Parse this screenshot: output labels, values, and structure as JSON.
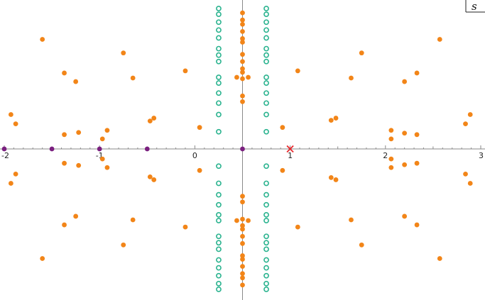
{
  "chart_data": {
    "type": "scatter",
    "title": "",
    "corner_label": "s",
    "xlabel": "",
    "ylabel": "",
    "xlim": [
      -2,
      3
    ],
    "ylim": [
      -1,
      1
    ],
    "x_ticks": [
      "-2",
      "-1",
      "0",
      "1",
      "2",
      "3"
    ],
    "grid": false,
    "colors": {
      "orange": "#f28518",
      "teal": "#2bb38f",
      "purple": "#7a1f7f",
      "red": "#e8282d",
      "axis": "#8a8a8a"
    },
    "series": [
      {
        "marker": "filled-circle-orange",
        "points": [
          [
            -1.6,
            0.765
          ],
          [
            -0.75,
            0.67
          ],
          [
            -1.37,
            0.53
          ],
          [
            -1.25,
            0.47
          ],
          [
            -0.65,
            0.495
          ],
          [
            -0.1,
            0.545
          ],
          [
            -1.93,
            0.24
          ],
          [
            -1.88,
            0.175
          ],
          [
            -1.37,
            0.1
          ],
          [
            -1.22,
            0.115
          ],
          [
            -0.92,
            -0.13
          ],
          [
            -0.97,
            -0.07
          ],
          [
            -0.47,
            -0.195
          ],
          [
            -0.43,
            -0.215
          ],
          [
            0.05,
            0.15
          ],
          [
            0.92,
            0.15
          ],
          [
            1.08,
            0.545
          ],
          [
            1.64,
            0.495
          ],
          [
            1.75,
            0.67
          ],
          [
            2.57,
            0.765
          ],
          [
            2.2,
            0.47
          ],
          [
            2.33,
            0.53
          ],
          [
            2.2,
            0.11
          ],
          [
            2.33,
            0.1
          ],
          [
            2.84,
            0.175
          ],
          [
            2.89,
            0.24
          ],
          [
            2.06,
            -0.07
          ],
          [
            2.06,
            -0.13
          ],
          [
            1.43,
            -0.2
          ],
          [
            1.48,
            -0.215
          ],
          [
            -1.6,
            -0.765
          ],
          [
            -0.75,
            -0.67
          ],
          [
            -1.37,
            -0.53
          ],
          [
            -1.25,
            -0.47
          ],
          [
            -0.65,
            -0.495
          ],
          [
            -0.1,
            -0.545
          ],
          [
            -1.93,
            -0.24
          ],
          [
            -1.88,
            -0.175
          ],
          [
            -1.37,
            -0.1
          ],
          [
            -1.22,
            -0.115
          ],
          [
            -0.92,
            0.13
          ],
          [
            -0.97,
            0.07
          ],
          [
            -0.47,
            0.195
          ],
          [
            -0.43,
            0.215
          ],
          [
            0.05,
            -0.15
          ],
          [
            0.92,
            -0.15
          ],
          [
            1.08,
            -0.545
          ],
          [
            1.64,
            -0.495
          ],
          [
            1.75,
            -0.67
          ],
          [
            2.57,
            -0.765
          ],
          [
            2.2,
            -0.47
          ],
          [
            2.33,
            -0.53
          ],
          [
            2.2,
            -0.11
          ],
          [
            2.33,
            -0.1
          ],
          [
            2.84,
            -0.175
          ],
          [
            2.89,
            -0.24
          ],
          [
            2.06,
            0.07
          ],
          [
            2.06,
            0.13
          ],
          [
            1.43,
            0.2
          ],
          [
            1.48,
            0.215
          ],
          [
            0.5,
            0.95
          ],
          [
            0.5,
            0.9
          ],
          [
            0.5,
            0.87
          ],
          [
            0.5,
            0.82
          ],
          [
            0.5,
            0.77
          ],
          [
            0.5,
            0.745
          ],
          [
            0.5,
            0.66
          ],
          [
            0.5,
            0.61
          ],
          [
            0.5,
            0.535
          ],
          [
            0.5,
            0.49
          ],
          [
            0.5,
            0.37
          ],
          [
            0.5,
            0.33
          ],
          [
            0.5,
            0.56
          ],
          [
            0.44,
            0.5
          ],
          [
            0.56,
            0.5
          ],
          [
            0.5,
            -0.95
          ],
          [
            0.5,
            -0.9
          ],
          [
            0.5,
            -0.87
          ],
          [
            0.5,
            -0.82
          ],
          [
            0.5,
            -0.77
          ],
          [
            0.5,
            -0.745
          ],
          [
            0.5,
            -0.66
          ],
          [
            0.5,
            -0.61
          ],
          [
            0.5,
            -0.535
          ],
          [
            0.5,
            -0.49
          ],
          [
            0.5,
            -0.37
          ],
          [
            0.5,
            -0.33
          ],
          [
            0.5,
            -0.56
          ],
          [
            0.44,
            -0.5
          ],
          [
            0.56,
            -0.5
          ]
        ]
      },
      {
        "marker": "hollow-circle-teal",
        "points": [
          [
            0.25,
            0.98
          ],
          [
            0.25,
            0.94
          ],
          [
            0.25,
            0.885
          ],
          [
            0.25,
            0.83
          ],
          [
            0.25,
            0.775
          ],
          [
            0.25,
            0.7
          ],
          [
            0.25,
            0.655
          ],
          [
            0.25,
            0.61
          ],
          [
            0.25,
            0.5
          ],
          [
            0.25,
            0.46
          ],
          [
            0.25,
            0.39
          ],
          [
            0.25,
            0.32
          ],
          [
            0.25,
            0.24
          ],
          [
            0.25,
            0.12
          ],
          [
            0.75,
            0.98
          ],
          [
            0.75,
            0.94
          ],
          [
            0.75,
            0.885
          ],
          [
            0.75,
            0.83
          ],
          [
            0.75,
            0.775
          ],
          [
            0.75,
            0.7
          ],
          [
            0.75,
            0.655
          ],
          [
            0.75,
            0.61
          ],
          [
            0.75,
            0.5
          ],
          [
            0.75,
            0.46
          ],
          [
            0.75,
            0.39
          ],
          [
            0.75,
            0.32
          ],
          [
            0.75,
            0.24
          ],
          [
            0.75,
            0.12
          ],
          [
            0.25,
            -0.98
          ],
          [
            0.25,
            -0.94
          ],
          [
            0.25,
            -0.885
          ],
          [
            0.25,
            -0.83
          ],
          [
            0.25,
            -0.775
          ],
          [
            0.25,
            -0.7
          ],
          [
            0.25,
            -0.655
          ],
          [
            0.25,
            -0.61
          ],
          [
            0.25,
            -0.5
          ],
          [
            0.25,
            -0.46
          ],
          [
            0.25,
            -0.39
          ],
          [
            0.25,
            -0.32
          ],
          [
            0.25,
            -0.24
          ],
          [
            0.25,
            -0.12
          ],
          [
            0.75,
            -0.98
          ],
          [
            0.75,
            -0.94
          ],
          [
            0.75,
            -0.885
          ],
          [
            0.75,
            -0.83
          ],
          [
            0.75,
            -0.775
          ],
          [
            0.75,
            -0.7
          ],
          [
            0.75,
            -0.655
          ],
          [
            0.75,
            -0.61
          ],
          [
            0.75,
            -0.5
          ],
          [
            0.75,
            -0.46
          ],
          [
            0.75,
            -0.39
          ],
          [
            0.75,
            -0.32
          ],
          [
            0.75,
            -0.24
          ],
          [
            0.75,
            -0.12
          ]
        ]
      },
      {
        "marker": "filled-circle-purple",
        "points": [
          [
            -2,
            0
          ],
          [
            -1.5,
            0
          ],
          [
            -1,
            0
          ],
          [
            -0.5,
            0
          ],
          [
            0.5,
            0
          ]
        ]
      },
      {
        "marker": "x-red",
        "points": [
          [
            1,
            0
          ]
        ]
      }
    ]
  }
}
